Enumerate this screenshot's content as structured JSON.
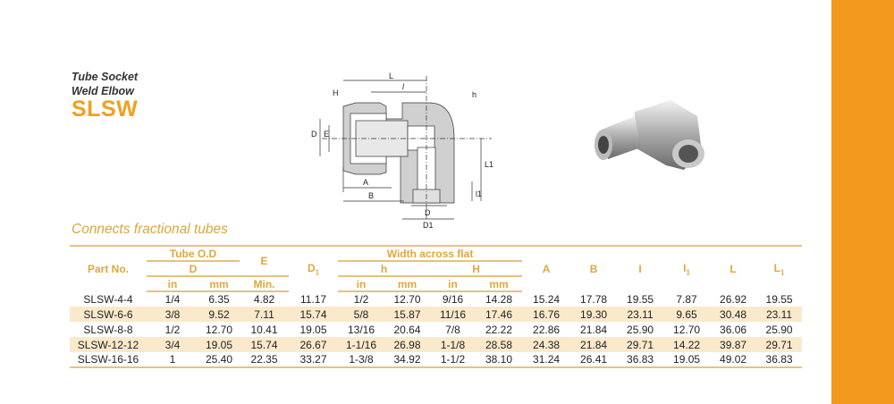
{
  "title_line1": "Tube Socket",
  "title_line2": "Weld Elbow",
  "code": "SLSW",
  "subtitle": "Connects fractional tubes",
  "diagram_labels": {
    "L": "L",
    "l": "l",
    "H": "H",
    "h": "h",
    "D": "D",
    "E": "E",
    "A": "A",
    "B": "B",
    "L1": "L1",
    "l1": "l1",
    "D_bottom": "D",
    "D1": "D1"
  },
  "table": {
    "headers": {
      "part": "Part No.",
      "tube_od": "Tube O.D",
      "d": "D",
      "e": "E",
      "d1": "D",
      "d1_sub": "1",
      "waf": "Width across flat",
      "h": "h",
      "H": "H",
      "a": "A",
      "b": "B",
      "i": "I",
      "i1": "I",
      "i1_sub": "1",
      "l": "L",
      "l1": "L",
      "l1_sub": "1",
      "in1": "in",
      "mm1": "mm",
      "min": "Min.",
      "in2": "in",
      "mm2": "mm",
      "in3": "in",
      "mm3": "mm"
    },
    "rows": [
      [
        "SLSW-4-4",
        "1/4",
        "6.35",
        "4.82",
        "11.17",
        "1/2",
        "12.70",
        "9/16",
        "14.28",
        "15.24",
        "17.78",
        "19.55",
        "7.87",
        "26.92",
        "19.55"
      ],
      [
        "SLSW-6-6",
        "3/8",
        "9.52",
        "7.11",
        "15.74",
        "5/8",
        "15.87",
        "11/16",
        "17.46",
        "16.76",
        "19.30",
        "23.11",
        "9.65",
        "30.48",
        "23.11"
      ],
      [
        "SLSW-8-8",
        "1/2",
        "12.70",
        "10.41",
        "19.05",
        "13/16",
        "20.64",
        "7/8",
        "22.22",
        "22.86",
        "21.84",
        "25.90",
        "12.70",
        "36.06",
        "25.90"
      ],
      [
        "SLSW-12-12",
        "3/4",
        "19.05",
        "15.74",
        "26.67",
        "1-1/16",
        "26.98",
        "1-1/8",
        "28.58",
        "24.38",
        "21.84",
        "29.71",
        "14.22",
        "39.87",
        "29.71"
      ],
      [
        "SLSW-16-16",
        "1",
        "25.40",
        "22.35",
        "33.27",
        "1-3/8",
        "34.92",
        "1-1/2",
        "38.10",
        "31.24",
        "26.41",
        "36.83",
        "19.05",
        "49.02",
        "36.83"
      ]
    ]
  },
  "colors": {
    "accent": "#f39a1e",
    "gold": "#e0a83a",
    "stripe_row": "#fbe9cc"
  }
}
